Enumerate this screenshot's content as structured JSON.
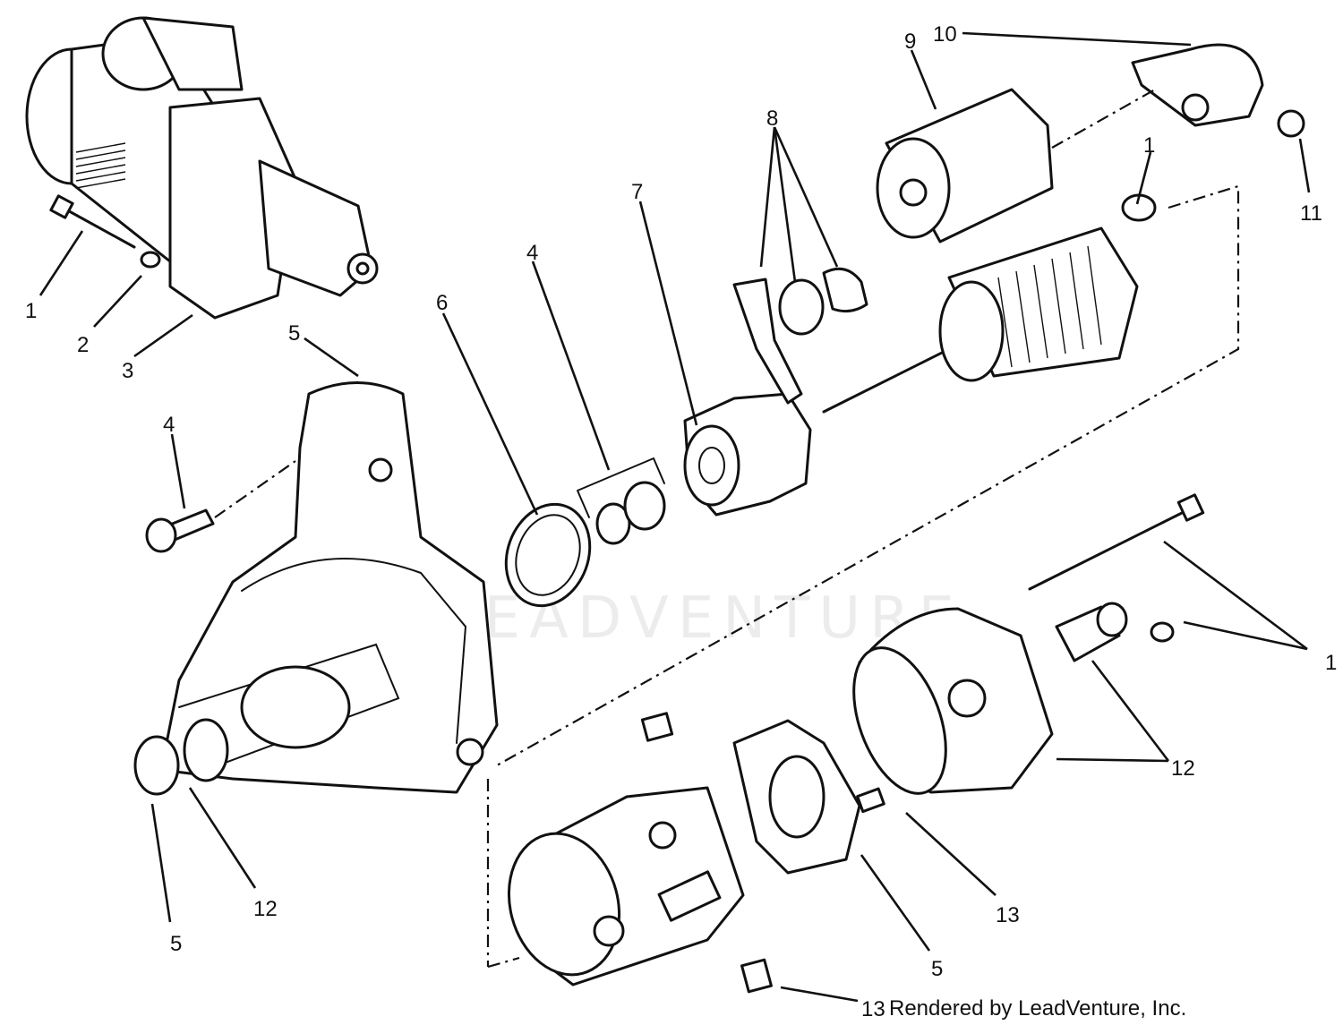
{
  "watermark": "LEADVENTURE",
  "credit": "Rendered by LeadVenture, Inc.",
  "callouts": {
    "c1_bolt": "1",
    "c2_washer": "2",
    "c3_starter": "3",
    "c4_bolt": "4",
    "c5_housing": "5",
    "c5_shaft": "5",
    "c5_brush": "5",
    "c6_ring": "6",
    "c4_retainer": "4",
    "c7_drive": "7",
    "c8_lever": "8",
    "c9_solenoid": "9",
    "c10_boot": "10",
    "c1_bearing": "1",
    "c11_nut": "11",
    "c1_throughbolt": "1",
    "c12_bushing": "12",
    "c12_frame": "12",
    "c13_brush": "13",
    "c13_plate": "13"
  }
}
